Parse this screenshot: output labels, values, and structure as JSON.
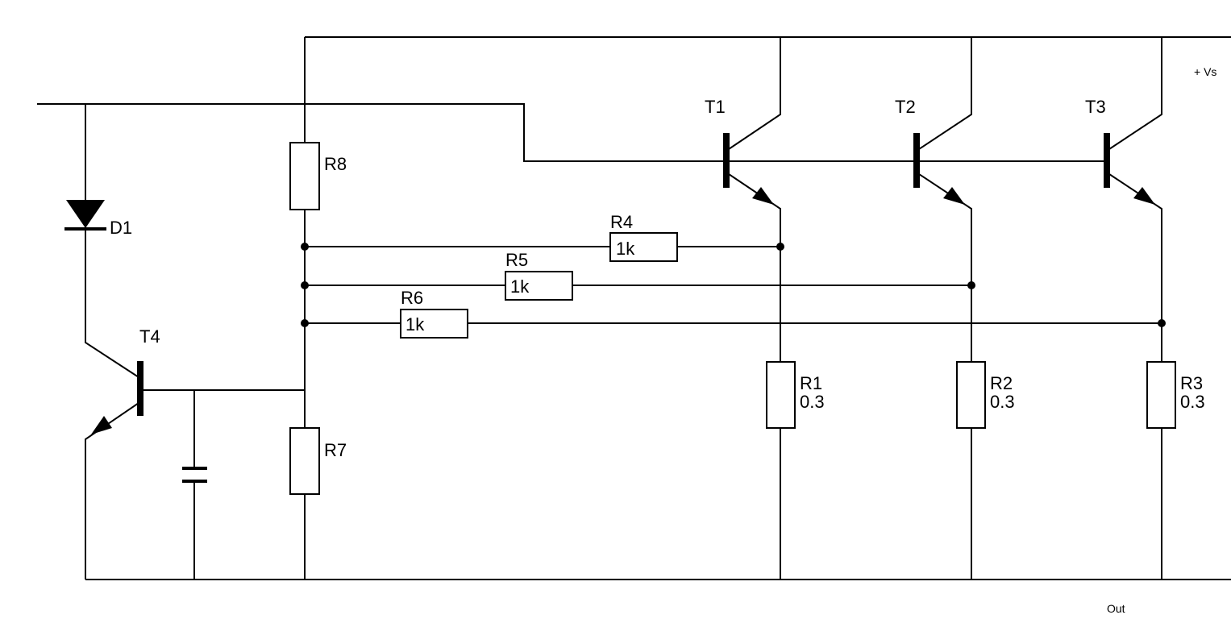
{
  "components": {
    "T1": "T1",
    "T2": "T2",
    "T3": "T3",
    "T4": "T4",
    "D1": "D1",
    "R1": {
      "name": "R1",
      "value": "0.3"
    },
    "R2": {
      "name": "R2",
      "value": "0.3"
    },
    "R3": {
      "name": "R3",
      "value": "0.3"
    },
    "R4": {
      "name": "R4",
      "value": "1k"
    },
    "R5": {
      "name": "R5",
      "value": "1k"
    },
    "R6": {
      "name": "R6",
      "value": "1k"
    },
    "R7": "R7",
    "R8": "R8"
  },
  "terminals": {
    "supply": "+ Vs",
    "output": "Out"
  }
}
